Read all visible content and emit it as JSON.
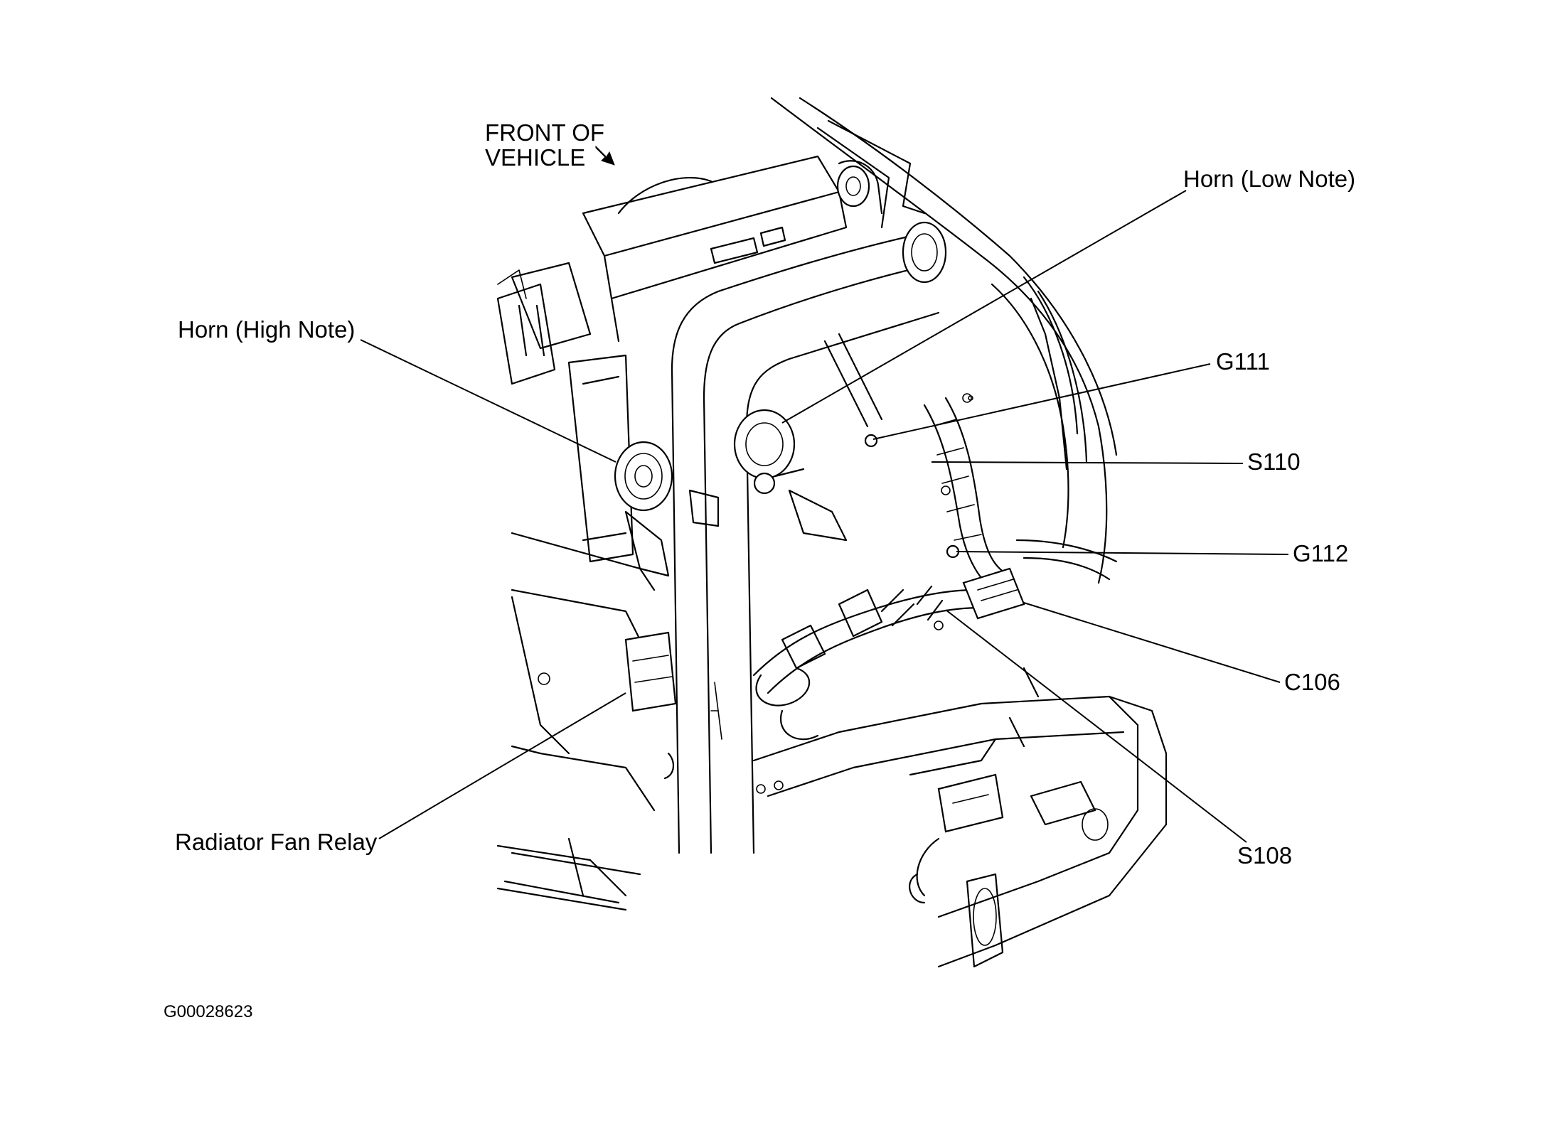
{
  "orientation": {
    "line1": "FRONT OF",
    "line2": "VEHICLE"
  },
  "callouts": {
    "horn_low_note": "Horn (Low Note)",
    "horn_high_note": "Horn (High Note)",
    "g111": "G111",
    "s110": "S110",
    "g112": "G112",
    "c106": "C106",
    "s108": "S108",
    "radiator_fan_relay": "Radiator Fan Relay"
  },
  "figure_id": "G00028623"
}
